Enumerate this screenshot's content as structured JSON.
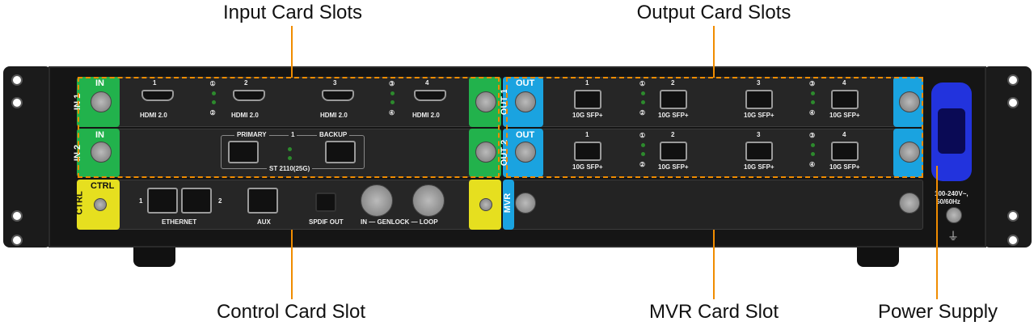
{
  "callouts": {
    "input": "Input Card Slots",
    "output": "Output Card Slots",
    "control": "Control Card Slot",
    "mvr": "MVR Card Slot",
    "power": "Power Supply"
  },
  "cards": {
    "in1": {
      "slot": "IN 1",
      "tag": "IN",
      "ports": [
        "1",
        "2",
        "3",
        "4"
      ],
      "port_type": "HDMI 2.0",
      "leds": [
        "①",
        "②",
        "③",
        "④"
      ]
    },
    "in2": {
      "slot": "IN 2",
      "tag": "IN",
      "primary": "PRIMARY",
      "number": "1",
      "backup": "BACKUP",
      "type": "ST 2110(25G)"
    },
    "ctrl": {
      "slot": "CTRL",
      "tag": "CTRL",
      "eth1": "1",
      "eth2": "2",
      "ethernet": "ETHERNET",
      "aux": "AUX",
      "spdif": "SPDIF OUT",
      "genlock": "IN — GENLOCK — LOOP"
    },
    "out1": {
      "slot": "OUT 1",
      "tag": "OUT",
      "ports": [
        "1",
        "2",
        "3",
        "4"
      ],
      "port_type": "10G SFP+",
      "leds": [
        "①",
        "②",
        "③",
        "④"
      ]
    },
    "out2": {
      "slot": "OUT 2",
      "tag": "OUT",
      "ports": [
        "1",
        "2",
        "3",
        "4"
      ],
      "port_type": "10G SFP+",
      "leds": [
        "①",
        "②",
        "③",
        "④"
      ]
    },
    "mvr": {
      "slot": "MVR"
    }
  },
  "power": {
    "voltage": "100-240V~,",
    "frequency": "50/60Hz"
  },
  "colors": {
    "input": "#22b24c",
    "output": "#1aa3e0",
    "control": "#e6df1f",
    "callout_line": "#f08c00",
    "power_inlet": "#2233dd"
  }
}
